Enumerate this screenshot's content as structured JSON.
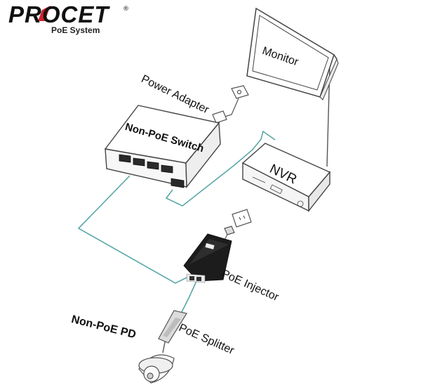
{
  "brand": {
    "logo_text": "PROCET",
    "registered": "®",
    "tagline": "PoE System"
  },
  "labels": {
    "monitor": "Monitor",
    "power_adapter": "Power Adapter",
    "switch": "Non-PoE Switch",
    "nvr": "NVR",
    "poe_injector": "PoE Injector",
    "poe_splitter": "PoE Splitter",
    "pd": "Non-PoE PD"
  },
  "colors": {
    "cable_ethernet": "#5aa7a9",
    "outline": "#555555",
    "logo_red": "#d1202f",
    "injector_body": "#1c1c1c"
  }
}
